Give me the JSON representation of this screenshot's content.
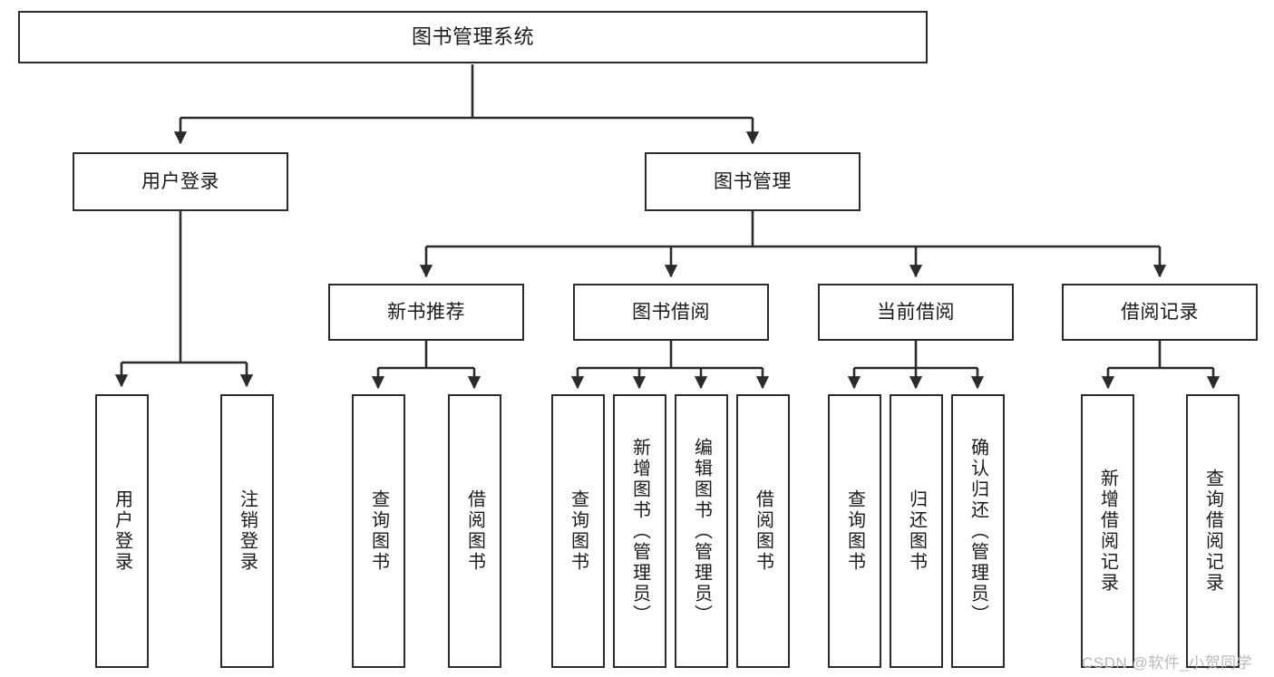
{
  "diagram": {
    "type": "tree-hierarchy",
    "title": "图书管理系统",
    "watermark": "CSDN @软件_小贺同学",
    "colors": {
      "box_border": "#2b2b2b",
      "box_fill": "#ffffff",
      "edge": "#2b2b2b",
      "text": "#1a1a1a",
      "watermark": "#b9b9b9"
    },
    "nodes": {
      "root": {
        "label": "图书管理系统"
      },
      "level2": [
        {
          "id": "user-login",
          "label": "用户登录"
        },
        {
          "id": "book-manage",
          "label": "图书管理"
        }
      ],
      "level3": [
        {
          "id": "new-book-recommend",
          "label": "新书推荐"
        },
        {
          "id": "book-borrow",
          "label": "图书借阅"
        },
        {
          "id": "current-borrow",
          "label": "当前借阅"
        },
        {
          "id": "borrow-record",
          "label": "借阅记录"
        }
      ],
      "leaves": {
        "user-login": [
          {
            "id": "leaf-user-login",
            "label": "用户登录"
          },
          {
            "id": "leaf-user-logout",
            "label": "注销登录"
          }
        ],
        "new-book-recommend": [
          {
            "id": "leaf-query-book-1",
            "label": "查询图书"
          },
          {
            "id": "leaf-borrow-book-1",
            "label": "借阅图书"
          }
        ],
        "book-borrow": [
          {
            "id": "leaf-query-book-2",
            "label": "查询图书"
          },
          {
            "id": "leaf-add-book",
            "label": "新增图书（管理员）"
          },
          {
            "id": "leaf-edit-book",
            "label": "编辑图书（管理员）"
          },
          {
            "id": "leaf-borrow-book-2",
            "label": "借阅图书"
          }
        ],
        "current-borrow": [
          {
            "id": "leaf-query-book-3",
            "label": "查询图书"
          },
          {
            "id": "leaf-return-book",
            "label": "归还图书"
          },
          {
            "id": "leaf-confirm-return",
            "label": "确认归还（管理员）"
          }
        ],
        "borrow-record": [
          {
            "id": "leaf-add-record",
            "label": "新增借阅记录"
          },
          {
            "id": "leaf-query-record",
            "label": "查询借阅记录"
          }
        ]
      }
    }
  }
}
